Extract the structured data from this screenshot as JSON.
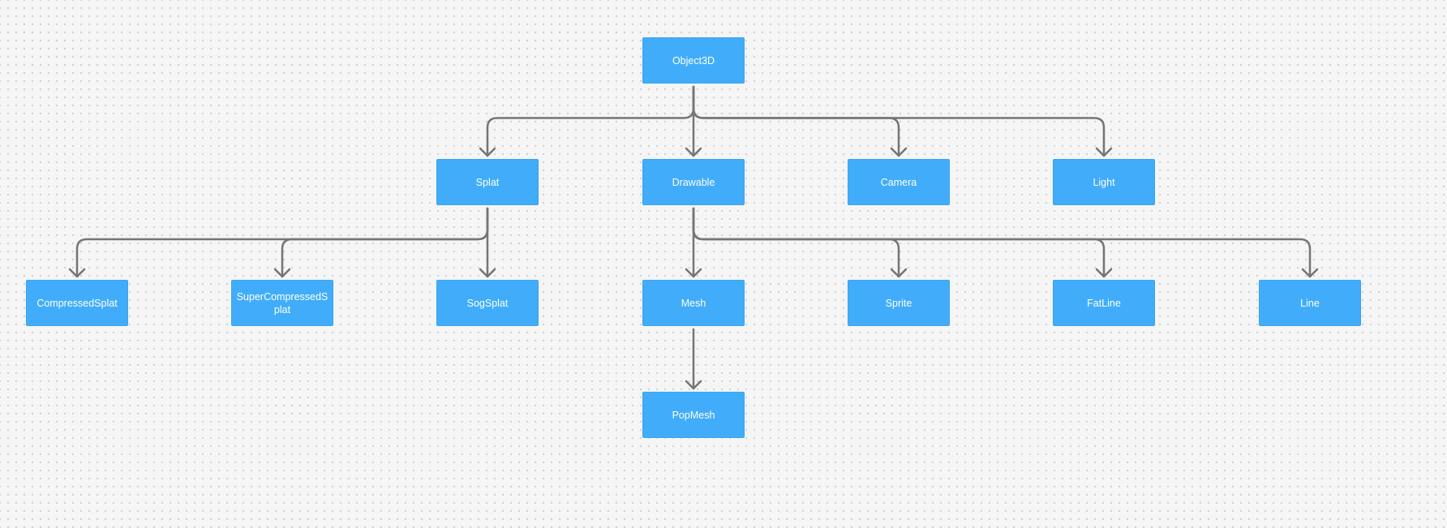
{
  "diagram": {
    "nodes": [
      {
        "id": "object3d",
        "label": "Object3D"
      },
      {
        "id": "splat",
        "label": "Splat"
      },
      {
        "id": "drawable",
        "label": "Drawable"
      },
      {
        "id": "camera",
        "label": "Camera"
      },
      {
        "id": "light",
        "label": "Light"
      },
      {
        "id": "compressed-splat",
        "label": "CompressedSplat"
      },
      {
        "id": "super-compressed-splat",
        "label": "SuperCompressedSplat"
      },
      {
        "id": "sog-splat",
        "label": "SogSplat"
      },
      {
        "id": "mesh",
        "label": "Mesh"
      },
      {
        "id": "sprite",
        "label": "Sprite"
      },
      {
        "id": "fatline",
        "label": "FatLine"
      },
      {
        "id": "line",
        "label": "Line"
      },
      {
        "id": "popmesh",
        "label": "PopMesh"
      }
    ],
    "edges": [
      {
        "from": "object3d",
        "to": "splat"
      },
      {
        "from": "object3d",
        "to": "drawable"
      },
      {
        "from": "object3d",
        "to": "camera"
      },
      {
        "from": "object3d",
        "to": "light"
      },
      {
        "from": "splat",
        "to": "compressed-splat"
      },
      {
        "from": "splat",
        "to": "super-compressed-splat"
      },
      {
        "from": "splat",
        "to": "sog-splat"
      },
      {
        "from": "drawable",
        "to": "mesh"
      },
      {
        "from": "drawable",
        "to": "sprite"
      },
      {
        "from": "drawable",
        "to": "fatline"
      },
      {
        "from": "drawable",
        "to": "line"
      },
      {
        "from": "mesh",
        "to": "popmesh"
      }
    ],
    "colors": {
      "node_fill": "#41adfa",
      "node_text": "#ffffff",
      "edge": "#757575",
      "background": "#f5f5f5"
    }
  }
}
